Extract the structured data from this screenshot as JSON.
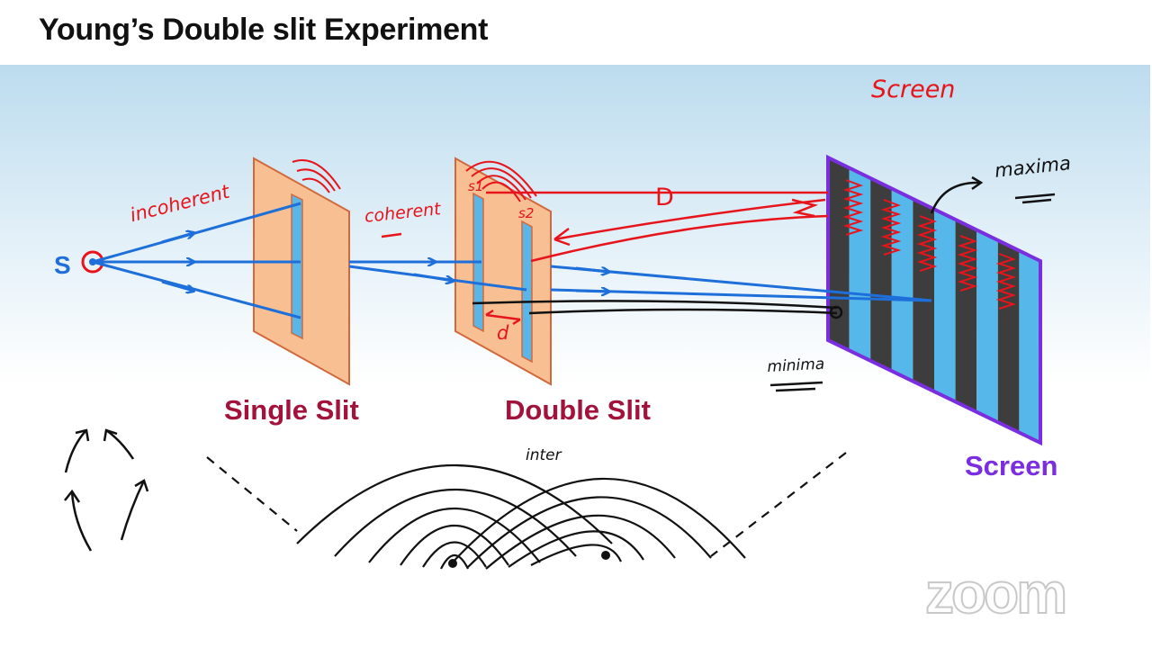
{
  "title": "Young’s Double slit Experiment",
  "labels": {
    "source": "S",
    "single_slit": "Single Slit",
    "double_slit": "Double Slit",
    "screen": "Screen"
  },
  "annotations": {
    "incoherent": "incoherent",
    "coherent": "coherent",
    "s1": "s1",
    "s2": "s2",
    "distance": "D",
    "slit_gap": "d",
    "screen": "Screen",
    "maxima": "maxima",
    "minima": "minima",
    "inter": "inter"
  },
  "watermark": "zoom",
  "colors": {
    "ray_blue": "#1e6fd9",
    "ink_red": "#e8141c",
    "label_red": "#a3123a",
    "label_purple": "#7a2ee0",
    "slit_plate": "#f8c092",
    "plate_edge": "#d2693e",
    "fringe_blue": "#55b7ea",
    "fringe_dark": "#3d3d3d",
    "screen_border": "#7a2ee0"
  }
}
